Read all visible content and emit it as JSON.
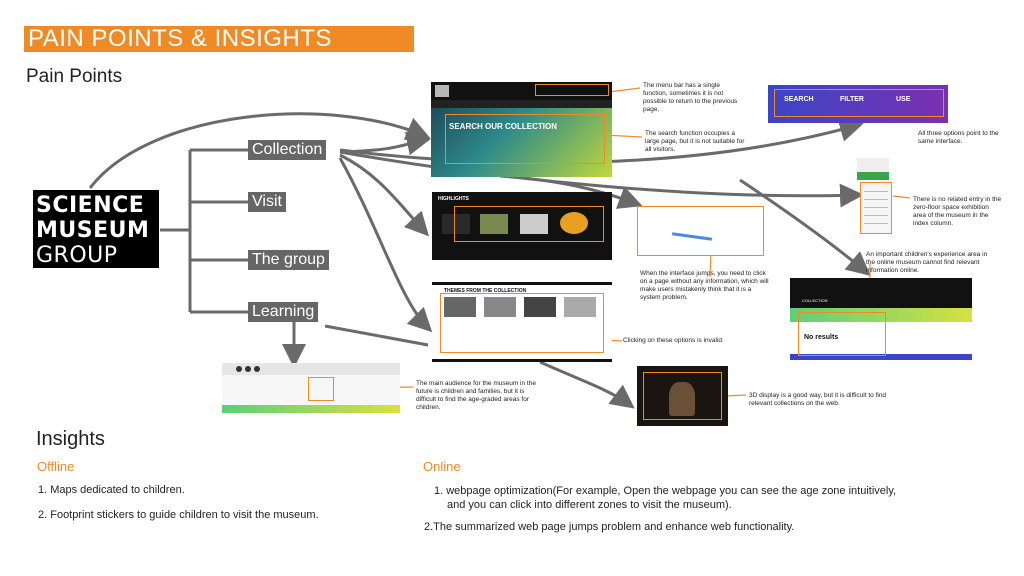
{
  "header": {
    "title": "PAIN POINTS & INSIGHTS",
    "pain_points_heading": "Pain Points"
  },
  "logo": {
    "line1": "SCIENCE",
    "line2": "MUSEUM",
    "line3": "GROUP"
  },
  "nav_items": [
    "Collection",
    "Visit",
    "The group",
    "Learning"
  ],
  "screens": {
    "collection_hero": "SEARCH OUR COLLECTION",
    "highlights": "HIGHLIGHTS",
    "themes": "THEMES FROM THE COLLECTION",
    "search_filter_use": [
      "SEARCH",
      "FILTER",
      "USE"
    ],
    "no_results": "No results",
    "collection_label": "COLLECTION"
  },
  "annotations": {
    "menu_bar": "The menu bar has a single function, sometimes it is not possible to return to the previous page.",
    "search_large": "The search function occupies a large page, but it is not suitable for all visitors.",
    "three_options": "All three options point to the same interface.",
    "no_entry": "There is no related entry in the zero-floor space exhibition area of the museum in the index column.",
    "children_area": "An important children's experience area in the online museum cannot find relevant information online.",
    "interface_jumps": "When the interface jumps, you need to click on a page without any information, which will make users mistakenly think that it is a system problem.",
    "options_invalid": "Clicking on these options is invalid.",
    "children_audience": "The main audience for the museum in the future is children and families, but it is difficult to find the age-graded areas for children.",
    "display_3d": "3D display is a good way, but it is difficult to find relevant collections on the web."
  },
  "insights": {
    "heading": "Insights",
    "offline_label": "Offline",
    "offline_items": [
      "1. Maps dedicated to children.",
      "2. Footprint stickers to guide children to visit the museum."
    ],
    "online_label": "Online",
    "online_items": [
      "1. webpage optimization(For example, Open the webpage you can see the age zone intuitively,",
      "and you can click into different zones to visit the museum).",
      "2.The summarized web page jumps problem and enhance web functionality."
    ]
  },
  "colors": {
    "accent": "#f08a24",
    "nav_box": "#666666",
    "arrow": "#6a6a6a"
  }
}
